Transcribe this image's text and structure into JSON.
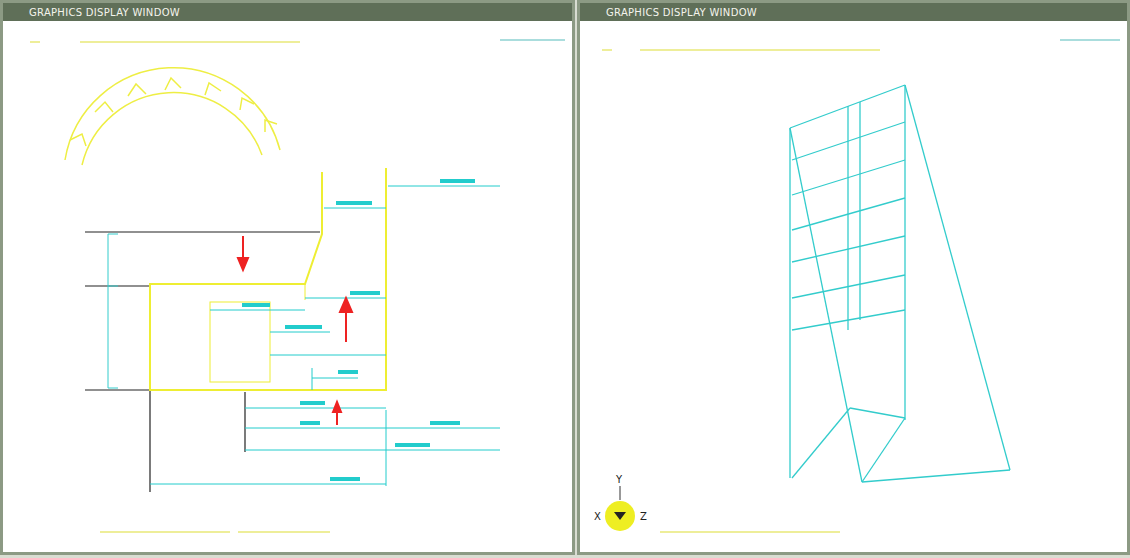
{
  "diagram": {
    "nodes": [
      {
        "text": [
          "GRAPHICS DISPLAY WINDOW"
        ]
      },
      {
        "text": [
          "GRAPHICS DISPLAY WINDOW"
        ]
      }
    ],
    "labels": [
      "Y",
      "X",
      "Z"
    ]
  }
}
